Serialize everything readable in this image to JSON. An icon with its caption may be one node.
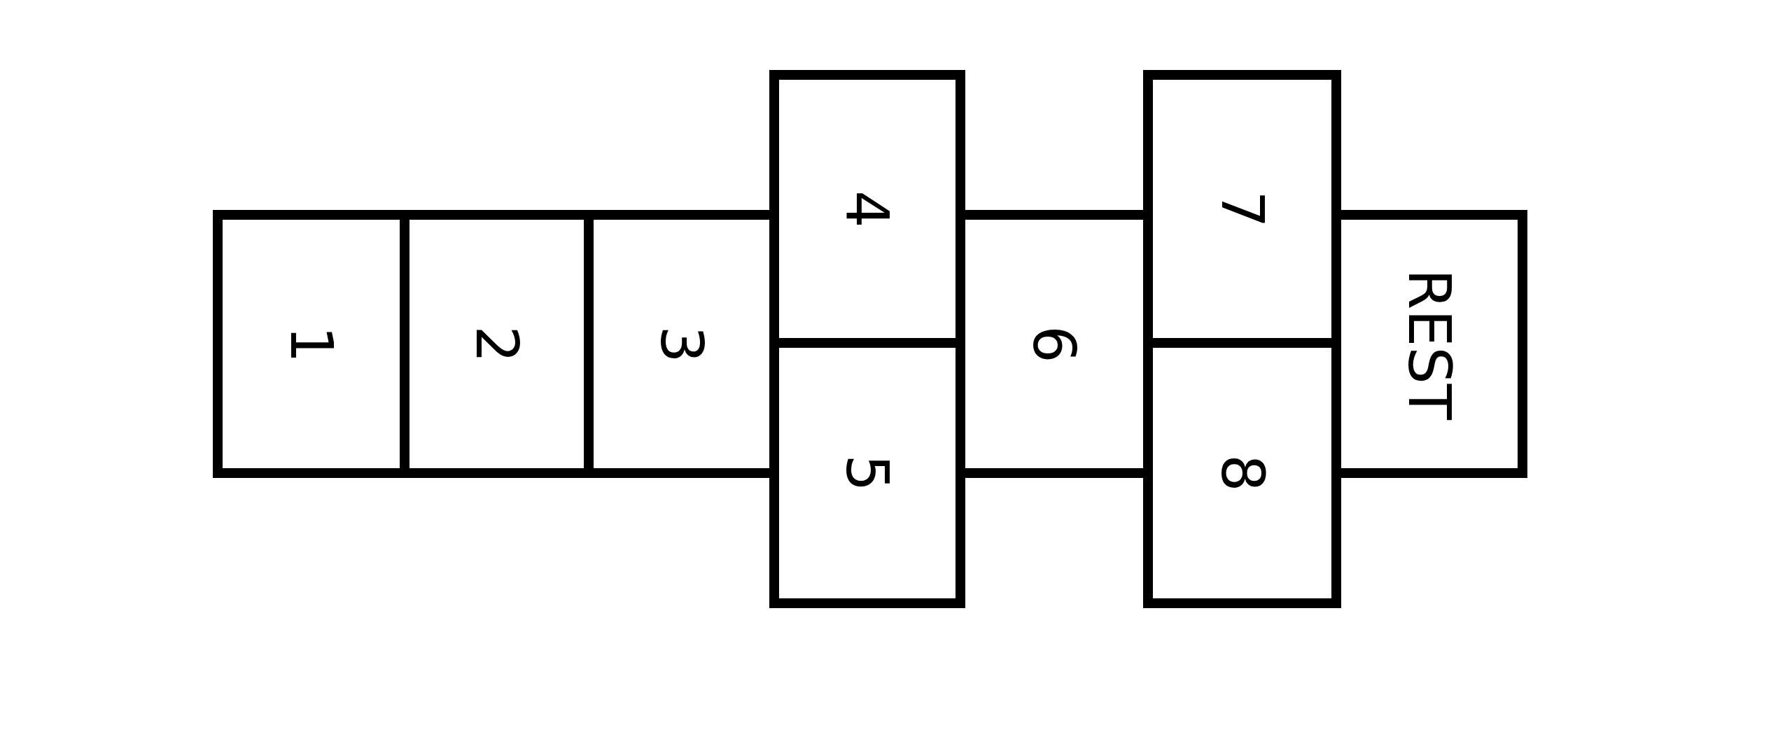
{
  "diagram": {
    "nodes": [
      {
        "text": [
          "1"
        ]
      },
      {
        "text": [
          "2"
        ]
      },
      {
        "text": [
          "3"
        ]
      },
      {
        "text": [
          "4"
        ]
      },
      {
        "text": [
          "5"
        ]
      },
      {
        "text": [
          "6"
        ]
      },
      {
        "text": [
          "7"
        ]
      },
      {
        "text": [
          "8"
        ]
      },
      {
        "text": [
          "REST"
        ]
      }
    ]
  }
}
